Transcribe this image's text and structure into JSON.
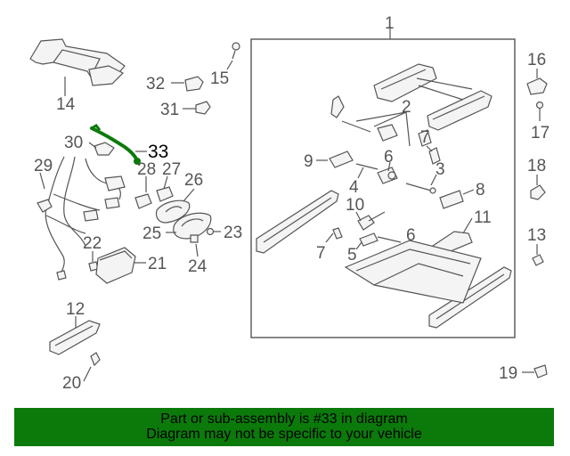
{
  "callouts": {
    "c1": "1",
    "c2": "2",
    "c3": "3",
    "c4": "4",
    "c5": "5",
    "c6a": "6",
    "c6b": "6",
    "c7a": "7",
    "c7b": "7",
    "c8": "8",
    "c9": "9",
    "c10": "10",
    "c11": "11",
    "c12": "12",
    "c13": "13",
    "c14": "14",
    "c15": "15",
    "c16": "16",
    "c17": "17",
    "c18": "18",
    "c19": "19",
    "c20": "20",
    "c21": "21",
    "c22": "22",
    "c23": "23",
    "c24": "24",
    "c25": "25",
    "c26": "26",
    "c27": "27",
    "c28": "28",
    "c29": "29",
    "c30": "30",
    "c31": "31",
    "c32": "32",
    "c33": "33"
  },
  "highlight": {
    "part": "33",
    "color": "#0b7a0b"
  },
  "banner": {
    "line1": "Part or sub-assembly is #33 in diagram",
    "line2": "Diagram may not be specific to your vehicle",
    "color": "#0b7a0b"
  }
}
